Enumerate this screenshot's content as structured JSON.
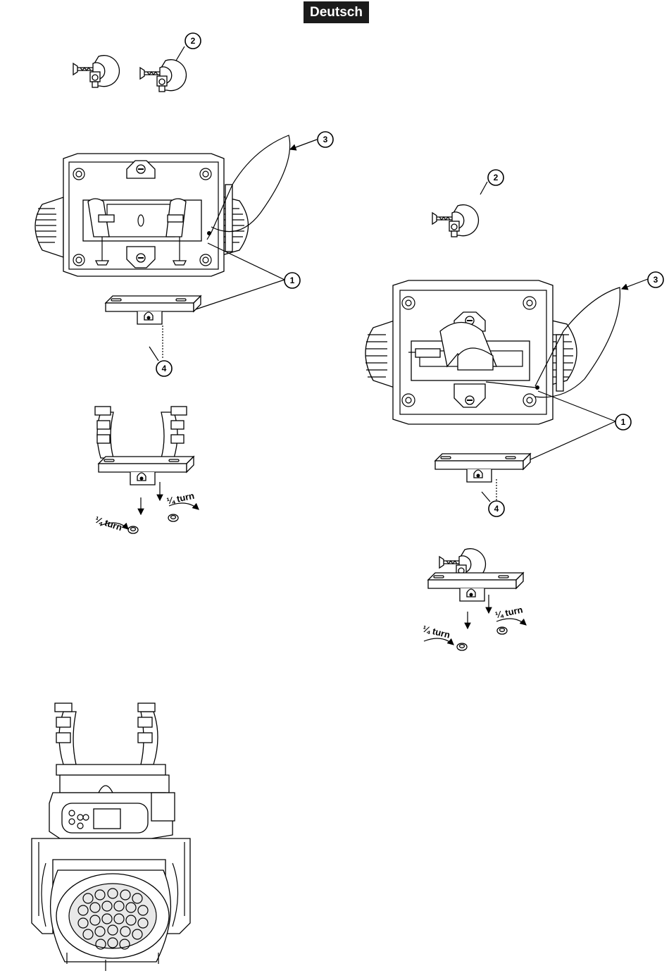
{
  "language_tab": "Deutsch",
  "callouts": {
    "n1": "1",
    "n2": "2",
    "n3": "3",
    "n4": "4"
  },
  "turn_label": {
    "fraction": "¼",
    "word": "turn"
  }
}
